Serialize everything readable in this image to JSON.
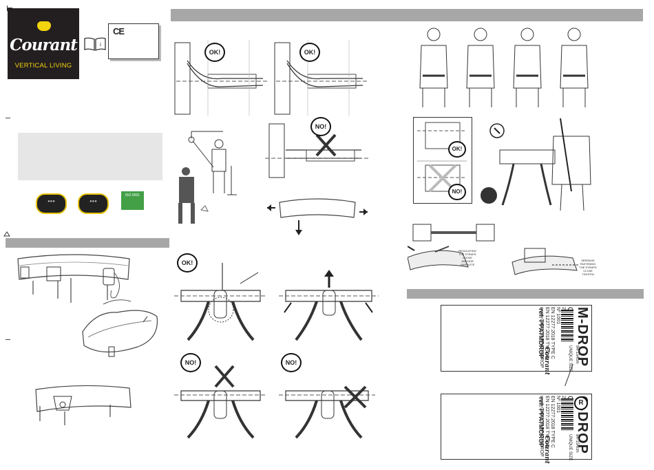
{
  "brand": {
    "name": "Courant",
    "tagline": "VERTICAL LIVING"
  },
  "certification": {
    "ce_mark": "CE"
  },
  "badges": {
    "iso_label": "ISO 9001"
  },
  "diagrams": {
    "ok_label": "OK!",
    "no_label": "NO!"
  },
  "buckle_notes": {
    "left_lines": [
      "REGULATING",
      "THE STRAPS",
      "LOOSE",
      "ANCHOR",
      "UNRIVOTE"
    ],
    "right_lines": [
      "SERRAGE",
      "FASTENING",
      "THE STRAPS",
      "CLOSE",
      "TIGHTEN"
    ]
  },
  "labels": [
    {
      "name": "M-DROP",
      "ref": "ref: PPATMDROP",
      "ce": "CE0082",
      "date": "2019/03",
      "unique_size": "UNIQUE SIZE",
      "size_range": "84-154cm",
      "brand_small": "Courant",
      "lines": [
        "Nº 1001",
        "EN 12277:2018 TYPE C",
        "EN 12277:2018 TYPE D",
        "www.C-DROP.PPATMDROP"
      ]
    },
    {
      "name": "C-DROP",
      "ref": "ref: PPATMCROP",
      "ce": "CE0082",
      "date": "2019/03",
      "unique_size": "UNIQUE SIZE",
      "size_range": "84-154cm",
      "brand_small": "Courant",
      "lines": [
        "Nº 1001",
        "EN 12277:2018 TYPE C",
        "EN 12277:2018 TYPE D",
        "www.C-DROP.PPATMCROP"
      ]
    }
  ],
  "r_mark": "R"
}
